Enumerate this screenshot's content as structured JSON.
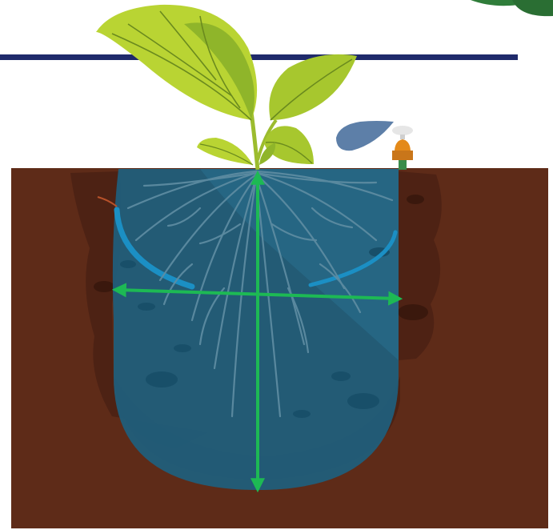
{
  "diagram": {
    "subject": "drip-irrigation-wetting-pattern",
    "colors": {
      "background": "#ffffff",
      "rule_line": "#1f2a6b",
      "soil": "#5e2b18",
      "soil_dark": "#4a2114",
      "soil_shadow": "#3f1c10",
      "wet_zone": "#1e5f7e",
      "wet_zone_light": "#2a7494",
      "wet_edge": "#1b8fc4",
      "roots": "#5f8da3",
      "arrow": "#1db954",
      "leaf_light": "#b9d433",
      "leaf_mid": "#8fb52a",
      "leaf_vein": "#6a8a1e",
      "stem": "#9cbc2e",
      "droplet": "#5d7fa8",
      "dripper_body": "#e48a1a",
      "dripper_base": "#c9761a",
      "dripper_cap": "#e6e6e6",
      "dripper_stem": "#3a8c4a",
      "corner_leaf": "#2f7d3a"
    },
    "icons": [
      "plant-icon",
      "water-droplet-icon",
      "dripper-icon"
    ],
    "arrows": [
      "vertical-wetting-depth",
      "horizontal-wetting-width"
    ]
  }
}
